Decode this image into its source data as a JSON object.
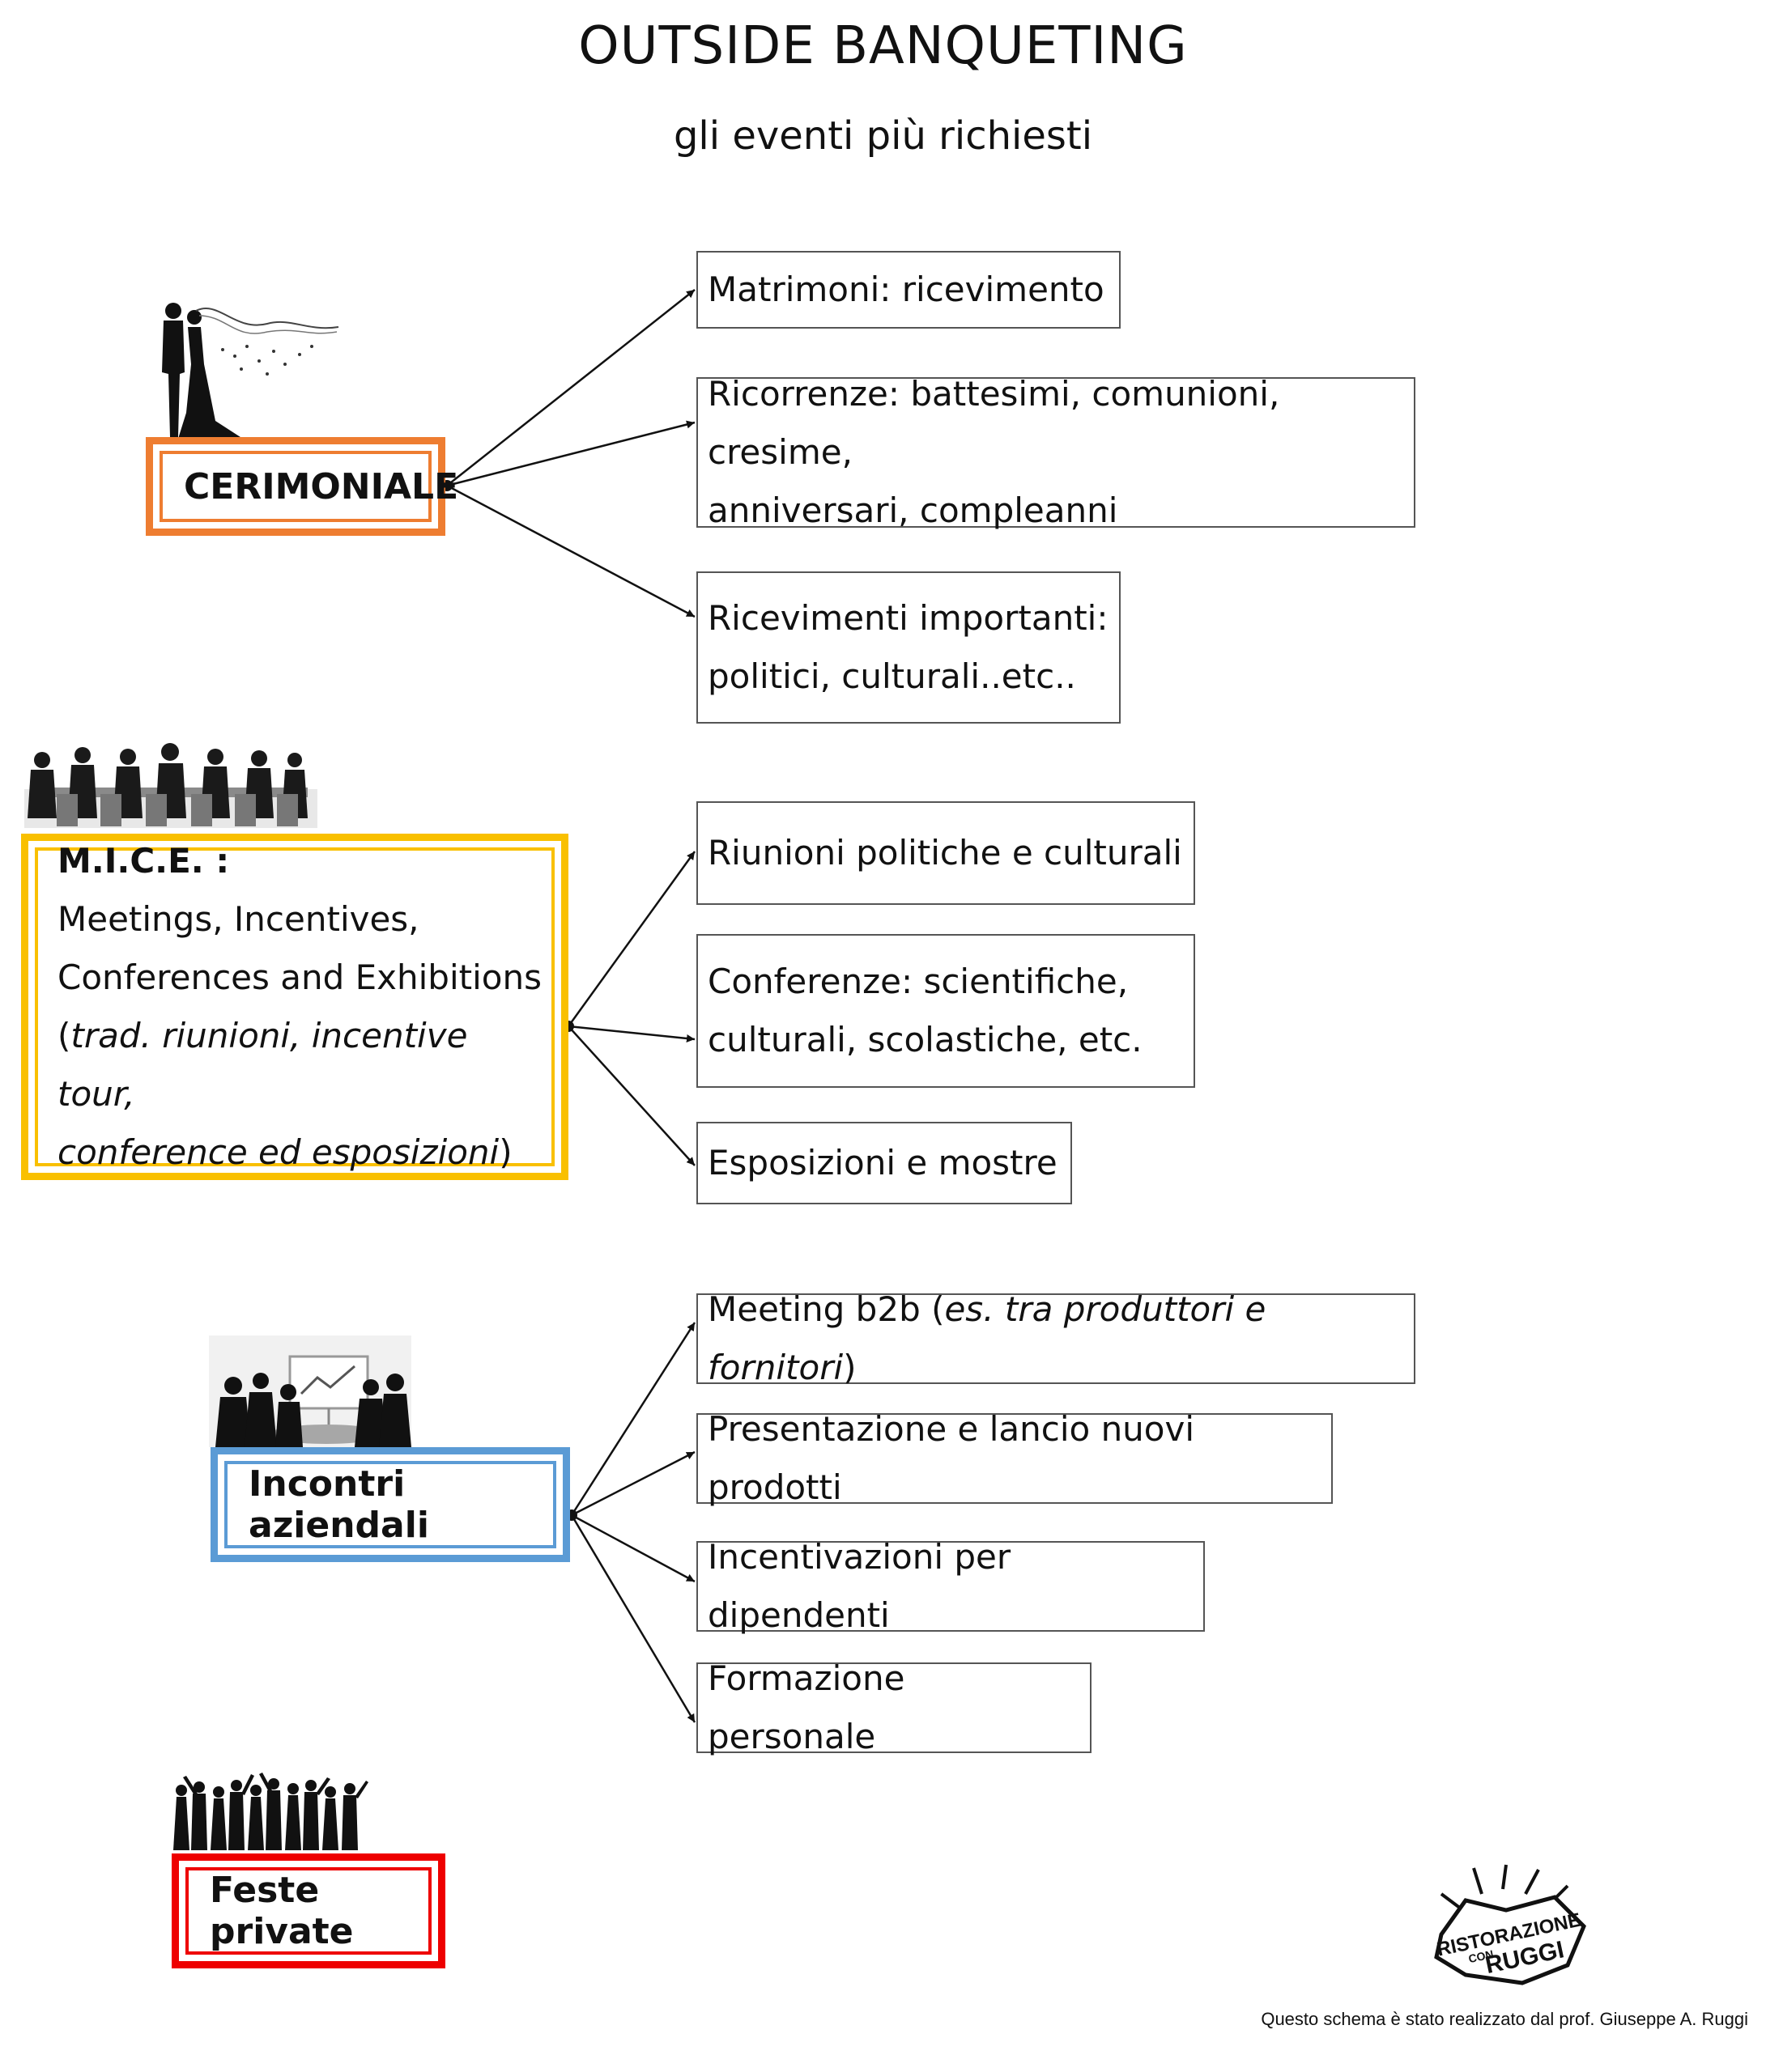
{
  "title": "OUTSIDE BANQUETING",
  "subtitle": "gli eventi più richiesti",
  "categories": {
    "cerimoniale": {
      "label": "CERIMONIALE",
      "items": [
        [
          "Matrimoni: ricevimento"
        ],
        [
          "Ricorrenze: battesimi, comunioni, cresime,",
          "anniversari, compleanni"
        ],
        [
          "Ricevimenti importanti:",
          "politici, culturali..etc.."
        ]
      ]
    },
    "mice": {
      "label_bold": "M.I.C.E. :",
      "line1": "Meetings, Incentives,",
      "line2": "Conferences and Exhibitions",
      "line3_open": "(",
      "line3_italic": "trad. riunioni, incentive tour,",
      "line4_italic": "conference ed esposizioni",
      "line4_close": ")",
      "items": [
        [
          "Riunioni politiche e culturali"
        ],
        [
          "Conferenze: scientifiche,",
          "culturali, scolastiche, etc."
        ],
        [
          "Esposizioni e mostre"
        ]
      ]
    },
    "incontri": {
      "label": "Incontri aziendali",
      "items": {
        "b2b_prefix": "Meeting b2b (",
        "b2b_italic": "es. tra produttori e fornitori",
        "b2b_suffix": ")",
        "presentazione": "Presentazione e lancio nuovi prodotti",
        "incentivazioni": "Incentivazioni per dipendenti",
        "formazione": "Formazione personale"
      }
    },
    "feste": {
      "label": "Feste private"
    }
  },
  "logo": {
    "line1": "RISTORAZIONE",
    "line2": "CON",
    "line3": "RUGGI"
  },
  "credit": "Questo schema è stato realizzato dal prof. Giuseppe A. Ruggi",
  "colors": {
    "cerimoniale": "#EE7D31",
    "mice": "#F9C000",
    "incontri": "#5B9BD5",
    "feste": "#EE0000"
  }
}
